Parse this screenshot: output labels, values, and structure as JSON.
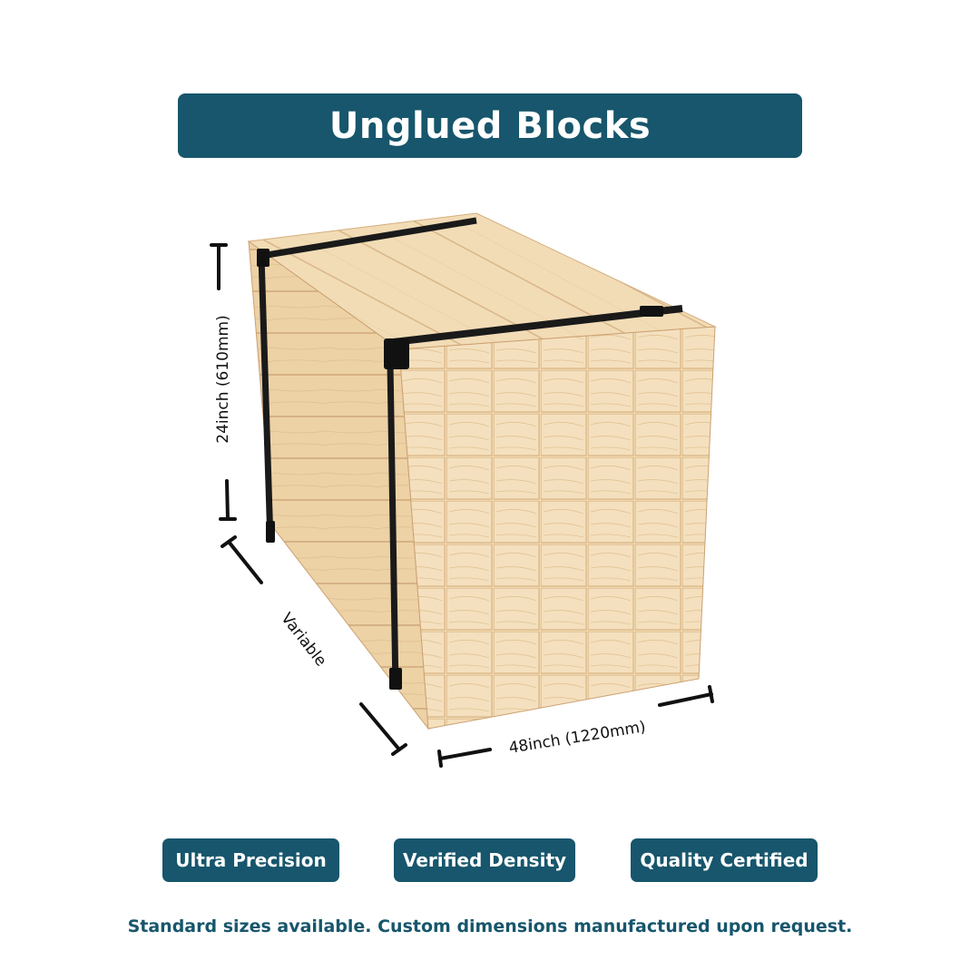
{
  "title": "Unglued Blocks",
  "dimensions": {
    "height": "24inch (610mm)",
    "width": "48inch (1220mm)",
    "depth": "Variable"
  },
  "badges": [
    "Ultra Precision",
    "Verified Density",
    "Quality Certified"
  ],
  "footer": "Standard sizes available. Custom dimensions manufactured upon request.",
  "colors": {
    "brand": "#17566c",
    "wood_light": "#f3dcb8",
    "wood_mid": "#e8c99c",
    "wood_dark": "#d7b07c",
    "strap": "#1a1a1a"
  }
}
